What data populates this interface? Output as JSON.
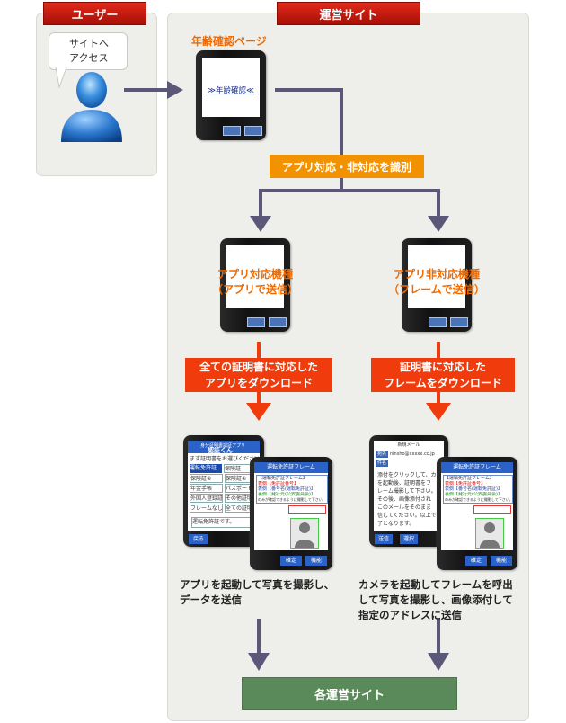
{
  "user_tab": "ユーザー",
  "site_tab": "運営サイト",
  "bubble_text": [
    "サイトへ",
    "アクセス"
  ],
  "age_page_title": "年齢確認ページ",
  "age_link": "≫年齢確認≪",
  "identify_label": "アプリ対応・非対応を識別",
  "left_phone": [
    "アプリ対応機種",
    "（アプリで送信）"
  ],
  "right_phone": [
    "アプリ非対応機種",
    "（フレームで送信）"
  ],
  "left_download": [
    "全ての証明書に対応した",
    "アプリをダウンロード"
  ],
  "right_download": [
    "証明書に対応した",
    "フレームをダウンロード"
  ],
  "left_desc": [
    "アプリを起動して写真を撮影し、",
    "データを送信"
  ],
  "right_desc": [
    "カメラを起動してフレームを呼出",
    "して写真を撮影し、画像添付して",
    "指定のアドレスに送信"
  ],
  "final_label": "各運営サイト",
  "app_screen": {
    "header": "身分証明書認証アプリ",
    "brand": "認証くん",
    "prompt": "まず証明書をお選びください",
    "items": [
      [
        "運転免許証",
        "保険証"
      ],
      [
        "保険証②",
        "保険証①"
      ],
      [
        "年金手帳",
        "パスポート"
      ],
      [
        "外国人登録証",
        "その他証明"
      ],
      [
        "フレームなし",
        "全ての証明"
      ]
    ],
    "status": "運転免許証です。",
    "back": "戻る"
  },
  "frame_screen": {
    "title": "運転免許証フレーム",
    "box_title": "【運転免許証フレーム】",
    "line1": "表側【免許証番号】",
    "line2": "表側【番号名(運転免許証)】",
    "line3": "裏側【発行元(公安委員会)】",
    "note": "のみが確認できるように撮影して下さい。",
    "ok": "確定",
    "func": "機能"
  },
  "mail_screen": {
    "header": "新規メール",
    "to_label": "宛先",
    "to_value": "ninsho@xxxxx.co.jp",
    "subject_label": "件名",
    "body": [
      "添付をクリックして、カメラ",
      "を起動後、証明書をフ",
      "レーム撮影して下さい。",
      "その後、画像添付され",
      "このメールをそのまま",
      "信してください。以上で",
      "了となります。"
    ],
    "send": "送信",
    "select": "選択"
  },
  "colors": {
    "arrow": "#5a5778",
    "orange": "#f39200",
    "red": "#f03c0c",
    "green": "#5b8a5a",
    "tab": "#c4170a"
  }
}
